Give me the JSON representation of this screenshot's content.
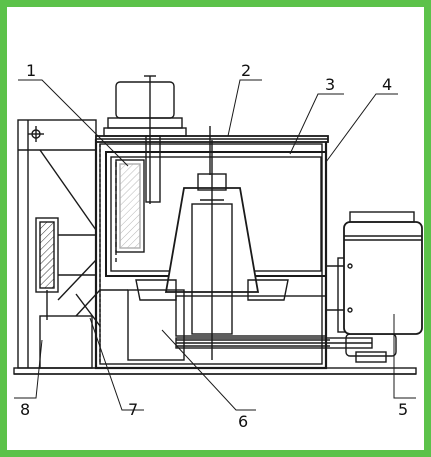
{
  "figure": {
    "callouts": [
      {
        "id": "1",
        "label": "1"
      },
      {
        "id": "2",
        "label": "2"
      },
      {
        "id": "3",
        "label": "3"
      },
      {
        "id": "4",
        "label": "4"
      },
      {
        "id": "5",
        "label": "5"
      },
      {
        "id": "6",
        "label": "6"
      },
      {
        "id": "7",
        "label": "7"
      },
      {
        "id": "8",
        "label": "8"
      }
    ],
    "colors": {
      "frame": "#5cc24a",
      "ink": "#1a1a1a",
      "background": "#ffffff"
    }
  }
}
